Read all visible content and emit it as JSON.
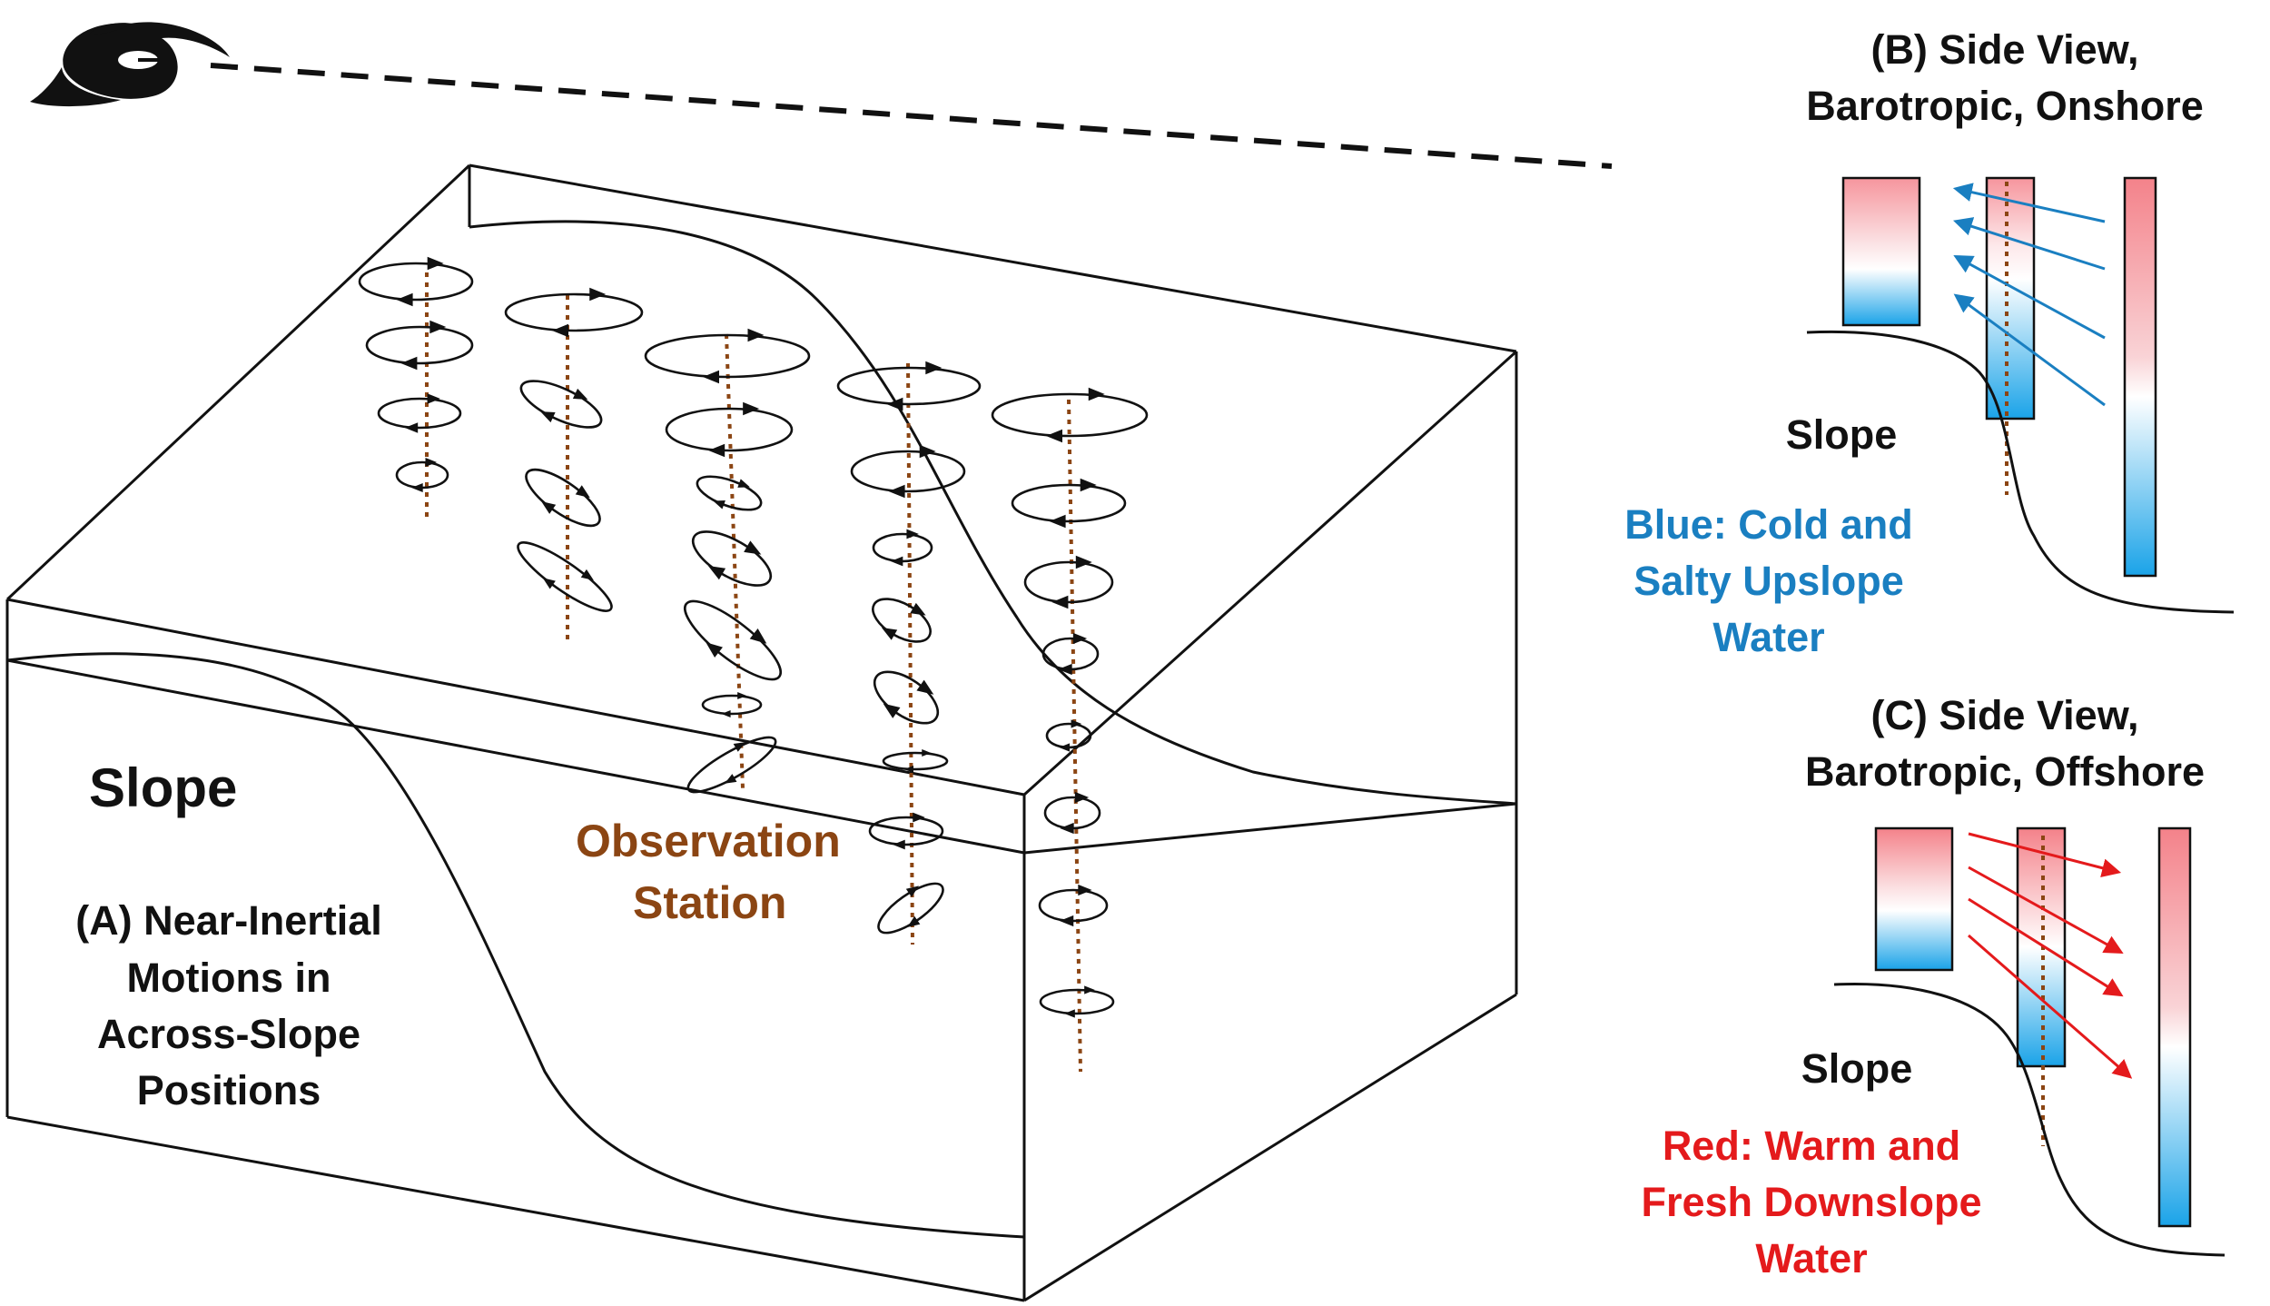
{
  "colors": {
    "station": "#8b4513",
    "cold_blue": "#1aa3e8",
    "warm_red": "#f4828a",
    "blue_text": "#1a7fc1",
    "red_text": "#e41a1c"
  },
  "icons": {
    "hurricane": "hurricane-icon"
  },
  "panel_a": {
    "slope_label": "Slope",
    "station_label_line1": "Observation",
    "station_label_line2": "Station",
    "caption_lines": [
      "(A) Near-Inertial",
      "Motions in",
      "Across-Slope",
      "Positions"
    ]
  },
  "panel_b": {
    "title_line1": "(B) Side View,",
    "title_line2": "Barotropic, Onshore",
    "slope_label": "Slope",
    "legend_lines": [
      "Blue: Cold and",
      "Salty Upslope",
      "Water"
    ]
  },
  "panel_c": {
    "title_line1": "(C) Side View,",
    "title_line2": "Barotropic, Offshore",
    "slope_label": "Slope",
    "legend_lines": [
      "Red: Warm and",
      "Fresh Downslope",
      "Water"
    ]
  }
}
